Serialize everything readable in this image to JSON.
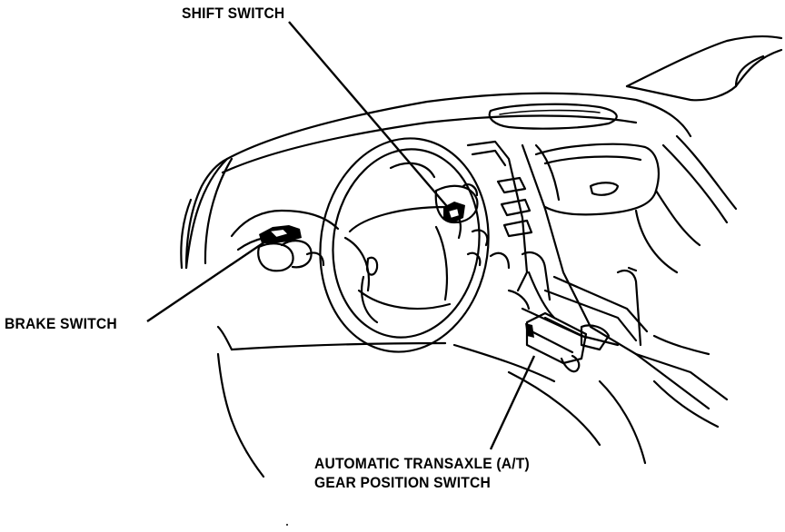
{
  "labels": {
    "shift_switch": "SHIFT SWITCH",
    "brake_switch": "BRAKE SWITCH",
    "gear_position_line1": "AUTOMATIC TRANSAXLE (A/T)",
    "gear_position_line2": "GEAR POSITION SWITCH"
  },
  "colors": {
    "line": "#000000",
    "background": "#ffffff"
  }
}
